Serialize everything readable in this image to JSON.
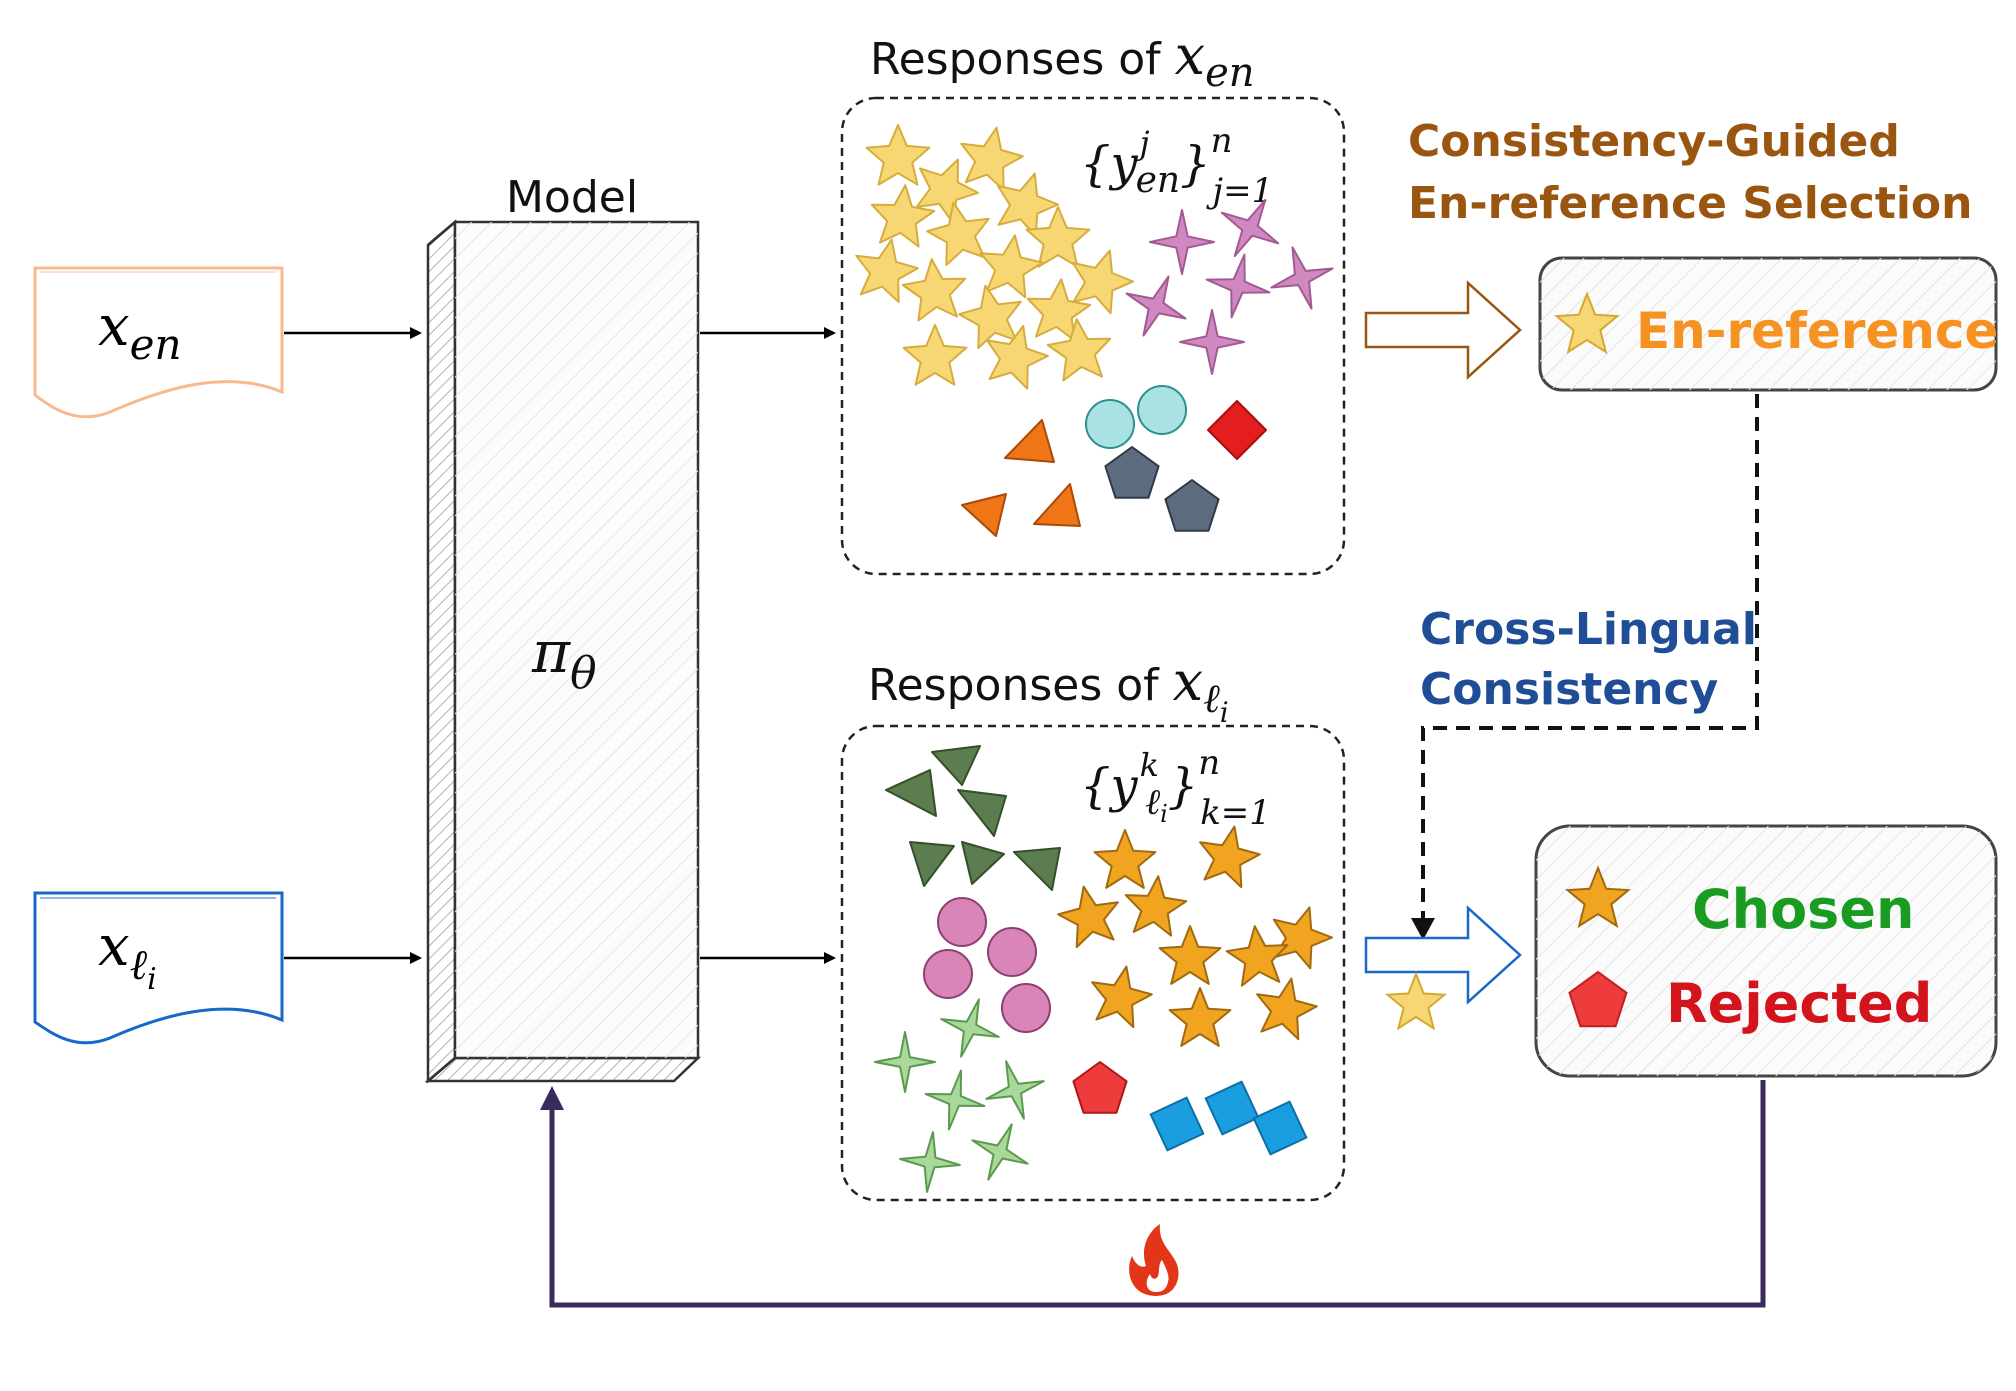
{
  "inputs": {
    "x_en": {
      "base": "x",
      "sub": "en"
    },
    "x_li": {
      "base": "x",
      "sub": "ℓ",
      "subsub": "i"
    }
  },
  "model": {
    "label": "Model",
    "param_base": "π",
    "param_sub": "θ"
  },
  "responses_en": {
    "title_prefix": "Responses of ",
    "title_base": "x",
    "title_sub": "en",
    "set": {
      "open": "{",
      "base": "y",
      "sup": "j",
      "sub": "en",
      "close": "}",
      "upper": "n",
      "lower": "j=1"
    }
  },
  "responses_li": {
    "title_prefix": "Responses of ",
    "title_base": "x",
    "title_sub": "ℓ",
    "title_subsub": "i",
    "set": {
      "open": "{",
      "base": "y",
      "sup": "k",
      "sub": "ℓ",
      "subsub": "i",
      "close": "}",
      "upper": "n",
      "lower": "k=1"
    }
  },
  "selection": {
    "line1": "Consistency-Guided",
    "line2": "En-reference Selection"
  },
  "en_reference": {
    "label": "En-reference"
  },
  "cross_lingual": {
    "line1": "Cross-Lingual",
    "line2": "Consistency"
  },
  "outcome": {
    "chosen": "Chosen",
    "rejected": "Rejected"
  },
  "icons": {
    "star": "star-icon",
    "pentagon": "pentagon-icon",
    "fire": "fire-icon"
  },
  "colors": {
    "en_input": "#f8b98e",
    "li_input": "#1769c9",
    "yellow_star": "#f7d774",
    "orange_star": "#f1a420",
    "pink_star": "#cf89c0",
    "green_star": "#a9d89a",
    "teal_circle": "#a8e2e2",
    "pink_circle": "#d985b8",
    "red_diamond": "#e41e1e",
    "slate_pentagon": "#5c6b7d",
    "orange_triangle": "#f07516",
    "dark_green_triangle": "#5c7d4f",
    "red_pentagon": "#ee3b3b",
    "blue_diamond": "#1b9ee0",
    "selection_text": "#9a5511",
    "en_ref_text": "#f59221",
    "cross_text": "#1f4e96",
    "chosen_text": "#1a9c22",
    "rejected_text": "#d4141c",
    "loop_line": "#3b2b5c",
    "fire": "#e33518"
  }
}
